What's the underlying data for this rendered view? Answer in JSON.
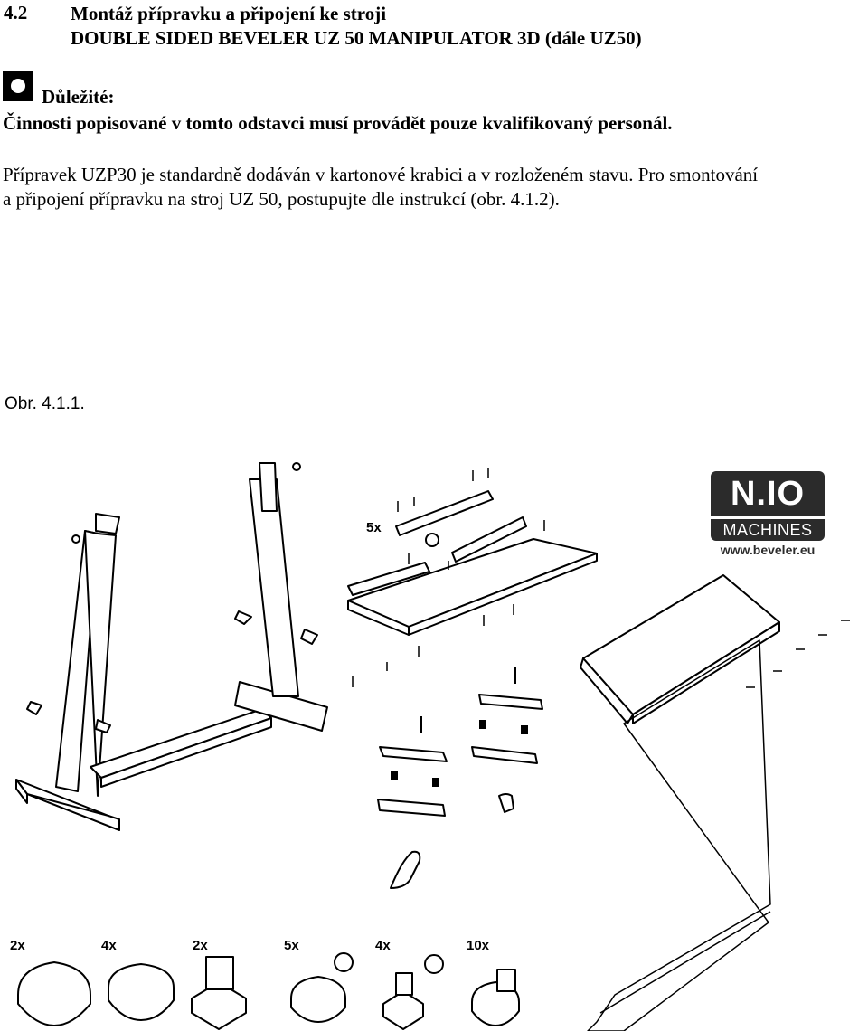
{
  "section": {
    "number": "4.2",
    "title_line1": "Montáž přípravku a připojení ke stroji",
    "title_line2": "DOUBLE SIDED BEVELER UZ 50 MANIPULATOR 3D (dále UZ50)"
  },
  "notice": {
    "icon": "notice-icon",
    "label": "Důležité:",
    "text": "Činnosti popisované v tomto odstavci musí provádět pouze kvalifikovaný personál."
  },
  "paragraph": {
    "line1": "Přípravek UZP30 je standardně dodáván v kartonové krabici a v rozloženém stavu. Pro smontování",
    "line2": "a připojení přípravku na stroj UZ 50, postupujte dle instrukcí (obr. 4.1.2)."
  },
  "figure": {
    "caption": "Obr. 4.1.1.",
    "plate_screws_label": "5x",
    "logo": {
      "brand": "N.IO",
      "subtitle": "MACHINES",
      "url": "www.beveler.eu"
    },
    "hardware_quantities": [
      "2x",
      "4x",
      "2x",
      "5x",
      "4x",
      "10x"
    ]
  }
}
